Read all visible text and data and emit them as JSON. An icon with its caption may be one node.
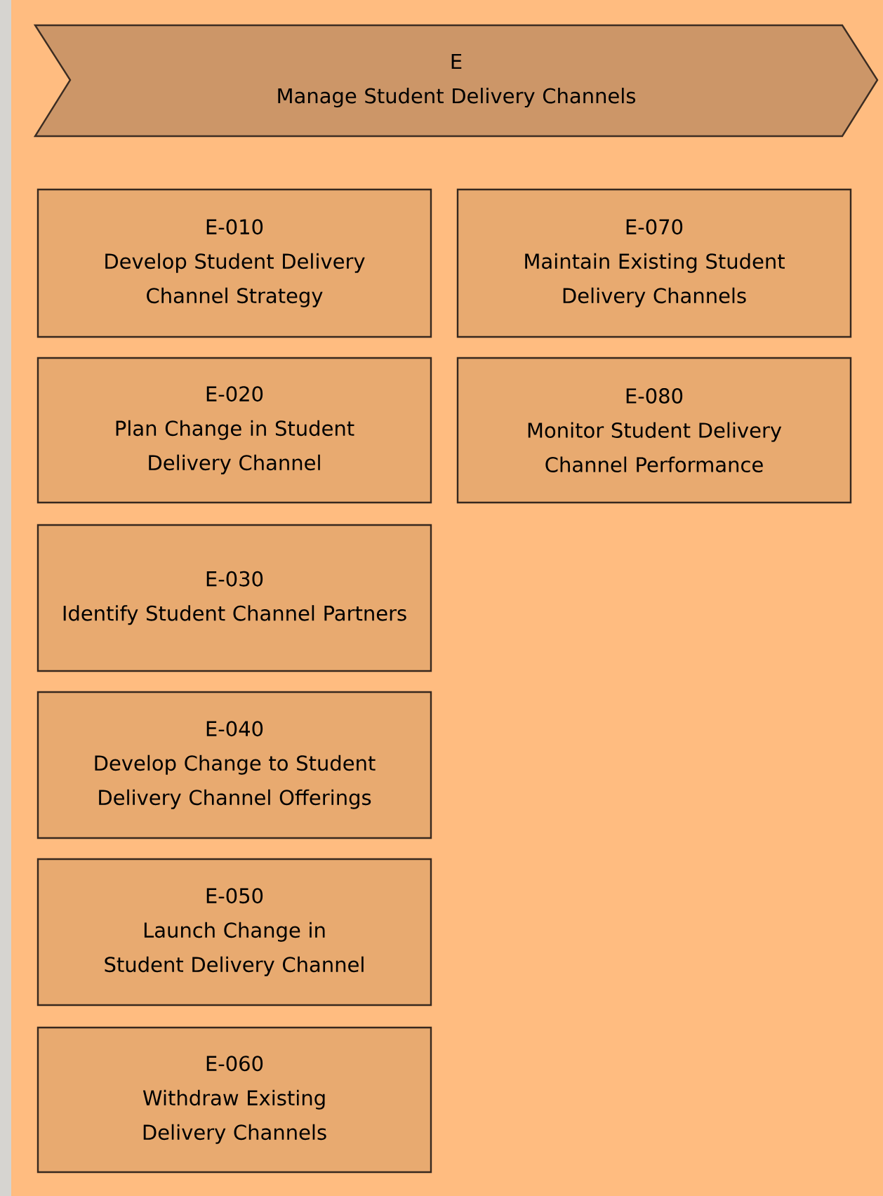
{
  "diagram": {
    "nodes": [
      {
        "text": [
          "E",
          "Manage Student Delivery Channels"
        ]
      },
      {
        "text": [
          "E-010",
          "Develop Student Delivery Channel Strategy"
        ]
      },
      {
        "text": [
          "E-020",
          "Plan Change in Student Delivery Channel"
        ]
      },
      {
        "text": [
          "E-030",
          "Identify Student Channel Partners"
        ]
      },
      {
        "text": [
          "E-040",
          "Develop Change to Student Delivery Channel Offerings"
        ]
      },
      {
        "text": [
          "E-050",
          "Launch Change in Student Delivery Channel"
        ]
      },
      {
        "text": [
          "E-060",
          "Withdraw Existing Delivery Channels"
        ]
      },
      {
        "text": [
          "E-070",
          "Maintain Existing Student Delivery Channels"
        ]
      },
      {
        "text": [
          "E-080",
          "Monitor Student Delivery Channel Performance"
        ]
      }
    ]
  }
}
